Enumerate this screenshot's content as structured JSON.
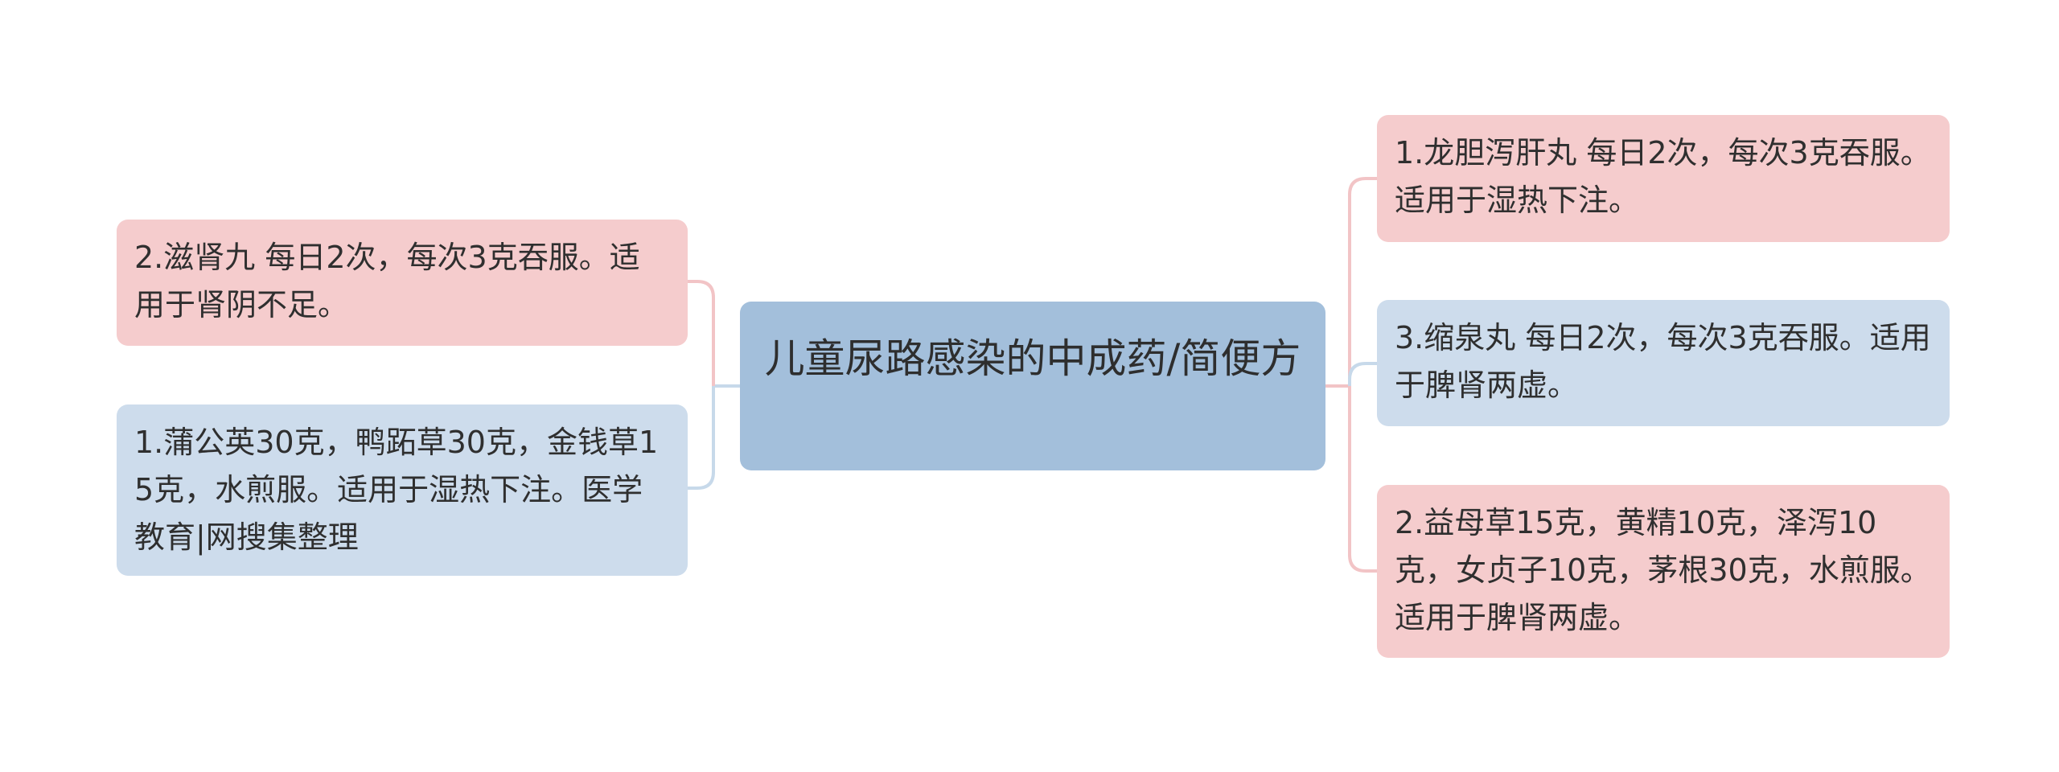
{
  "root": {
    "label": "儿童尿路感染的中成药/简便方"
  },
  "left": [
    {
      "label": "2.滋肾九 每日2次，每次3克吞服。适用于肾阴不足。",
      "color": "#f5cccd"
    },
    {
      "label": "1.蒲公英30克，鸭跖草30克，金钱草15克，水煎服。适用于湿热下注。医学教育|网搜集整理",
      "color": "#cddcec"
    }
  ],
  "right": [
    {
      "label": "1.龙胆泻肝丸 每日2次，每次3克吞服。适用于湿热下注。",
      "color": "#f5cccd"
    },
    {
      "label": "3.缩泉丸 每日2次，每次3克吞服。适用于脾肾两虚。",
      "color": "#cddcec"
    },
    {
      "label": "2.益母草15克，黄精10克，泽泻10克，女贞子10克，茅根30克，水煎服。适用于脾肾两虚。",
      "color": "#f5cccd"
    }
  ],
  "colors": {
    "root_fill": "#a3bfdb",
    "link_pink": "#f2c4c6",
    "link_blue": "#c7d9ea"
  }
}
